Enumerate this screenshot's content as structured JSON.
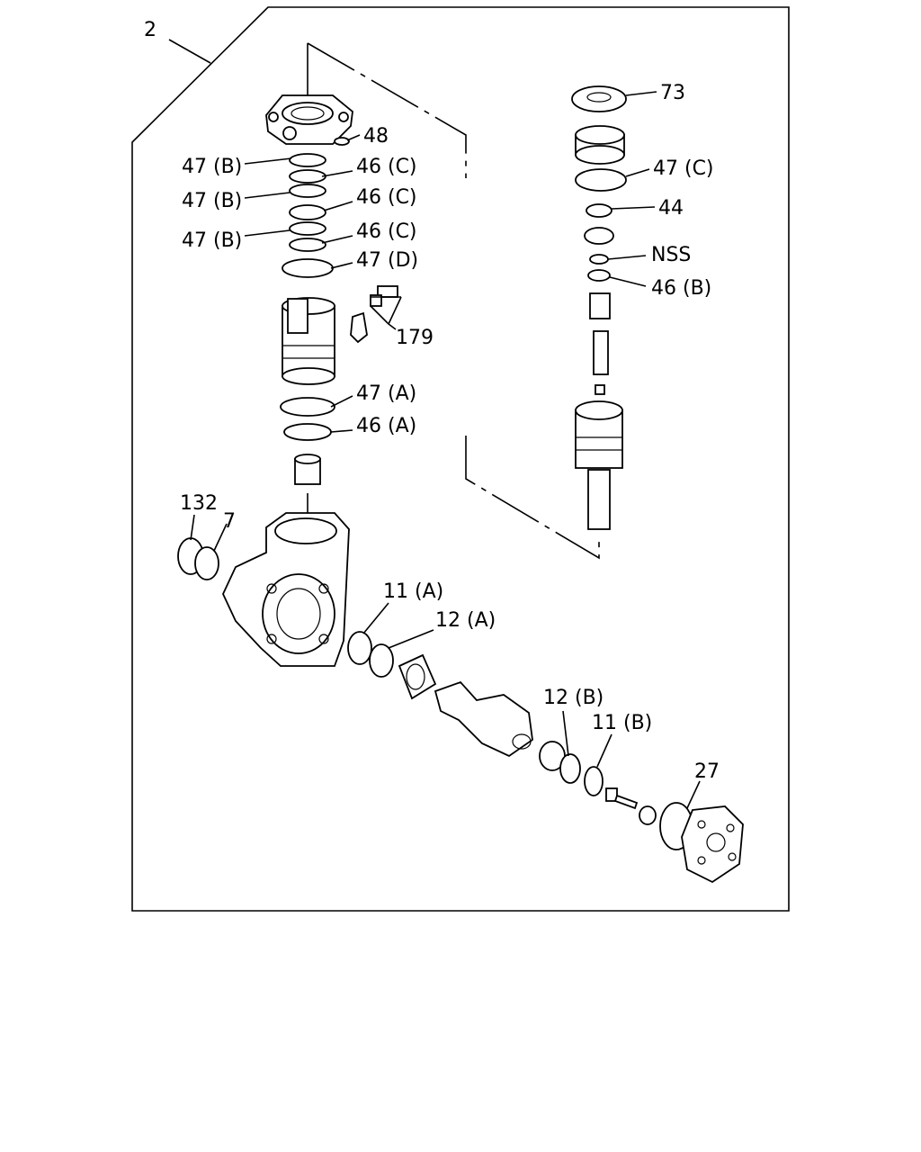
{
  "labels": {
    "l2": "2",
    "l48": "48",
    "l47b_1": "47 (B)",
    "l46c_1": "46 (C)",
    "l47b_2": "47 (B)",
    "l46c_2": "46 (C)",
    "l47b_3": "47 (B)",
    "l46c_3": "46 (C)",
    "l47d": "47 (D)",
    "l179": "179",
    "l47a": "47 (A)",
    "l46a": "46 (A)",
    "l132": "132",
    "l7": "7",
    "l11a": "11 (A)",
    "l12a": "12 (A)",
    "l12b": "12 (B)",
    "l11b": "11 (B)",
    "l27": "27",
    "l73": "73",
    "l47c": "47 (C)",
    "l44": "44",
    "lnss": "NSS",
    "l46b": "46 (B)"
  }
}
